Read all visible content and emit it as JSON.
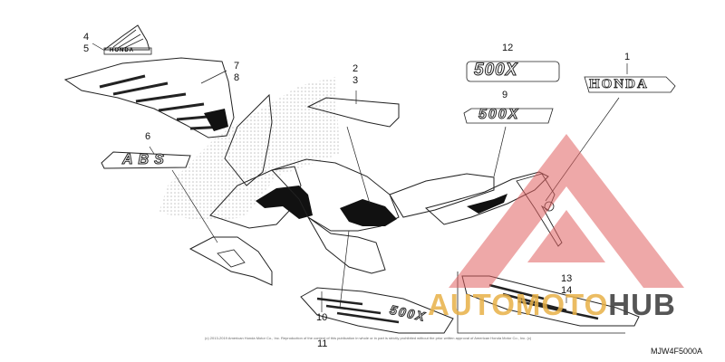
{
  "callouts": {
    "c4": "4",
    "c5": "5",
    "c7": "7",
    "c8": "8",
    "c2": "2",
    "c3": "3",
    "c6": "6",
    "c12": "12",
    "c1": "1",
    "c9": "9",
    "c10": "10",
    "c11": "11",
    "c13": "13",
    "c14": "14"
  },
  "emblems": {
    "honda_wing_text": "HONDA",
    "honda_mark_text": "HONDA",
    "model_500x_top": "500X",
    "model_500x_mid": "500X",
    "abs_text": "ABS",
    "decal_side_text": "500X"
  },
  "part_code": "MJW4F5000A",
  "copyright": "(c) 2013-2019 American Honda Motor Co., Inc. Reproduction of the content of this publication in whole or in part is strictly prohibited without the prior written approval of American Honda Motor Co., Inc. (c) 2004-2019 by ARI Network Services, Inc.",
  "watermark": {
    "auto": "AUTOMOTO",
    "hub": "HUB"
  },
  "colors": {
    "line": "#222222",
    "stipple": "#c4c4c4",
    "watermark_red": "#e06060",
    "watermark_orange": "#e8b046",
    "watermark_gray": "#464646"
  }
}
